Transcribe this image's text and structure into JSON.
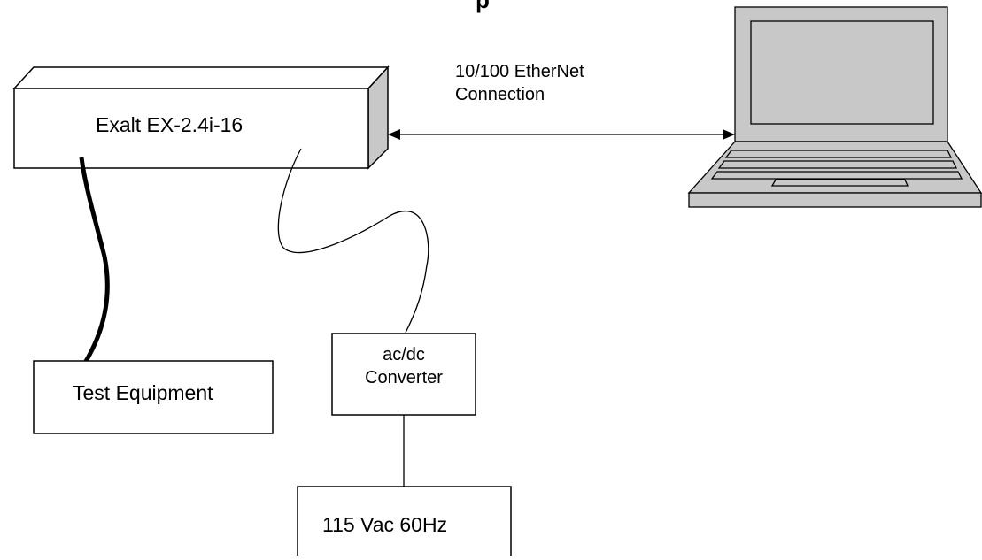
{
  "diagram": {
    "title_fragment": "p",
    "device": {
      "label": "Exalt EX-2.4i-16"
    },
    "link": {
      "line1": "10/100 EtherNet",
      "line2": "Connection"
    },
    "test_equipment": {
      "label": "Test Equipment"
    },
    "converter": {
      "line1": "ac/dc",
      "line2": "Converter"
    },
    "power": {
      "label": "115 Vac 60Hz"
    },
    "laptop": {
      "icon": "laptop-icon"
    }
  }
}
